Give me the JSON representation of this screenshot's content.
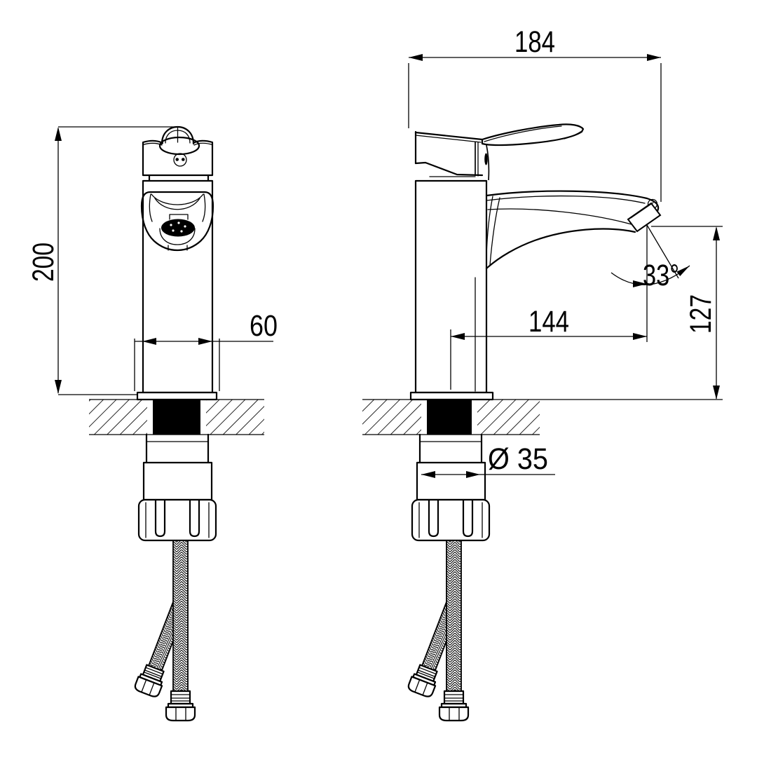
{
  "page": {
    "background": "#ffffff",
    "line_color": "#000000"
  },
  "drawing": {
    "type": "technical-drawing",
    "subject": "single-lever basin faucet, two orthographic views with flexible supply hoses",
    "views": [
      {
        "id": "front",
        "name": "front-view"
      },
      {
        "id": "side",
        "name": "side-view"
      }
    ],
    "dims": {
      "total_width": {
        "label": "184",
        "view": "side",
        "orientation": "horizontal"
      },
      "total_height": {
        "label": "200",
        "view": "front",
        "orientation": "vertical"
      },
      "base_width": {
        "label": "60",
        "view": "front",
        "orientation": "horizontal"
      },
      "spout_reach": {
        "label": "144",
        "view": "side",
        "orientation": "horizontal"
      },
      "spout_angle": {
        "label": "33°",
        "view": "side",
        "orientation": "angular"
      },
      "outlet_height": {
        "label": "127",
        "view": "side",
        "orientation": "vertical"
      },
      "shank_diameter": {
        "label": "Ø 35",
        "view": "side",
        "orientation": "horizontal"
      }
    }
  }
}
